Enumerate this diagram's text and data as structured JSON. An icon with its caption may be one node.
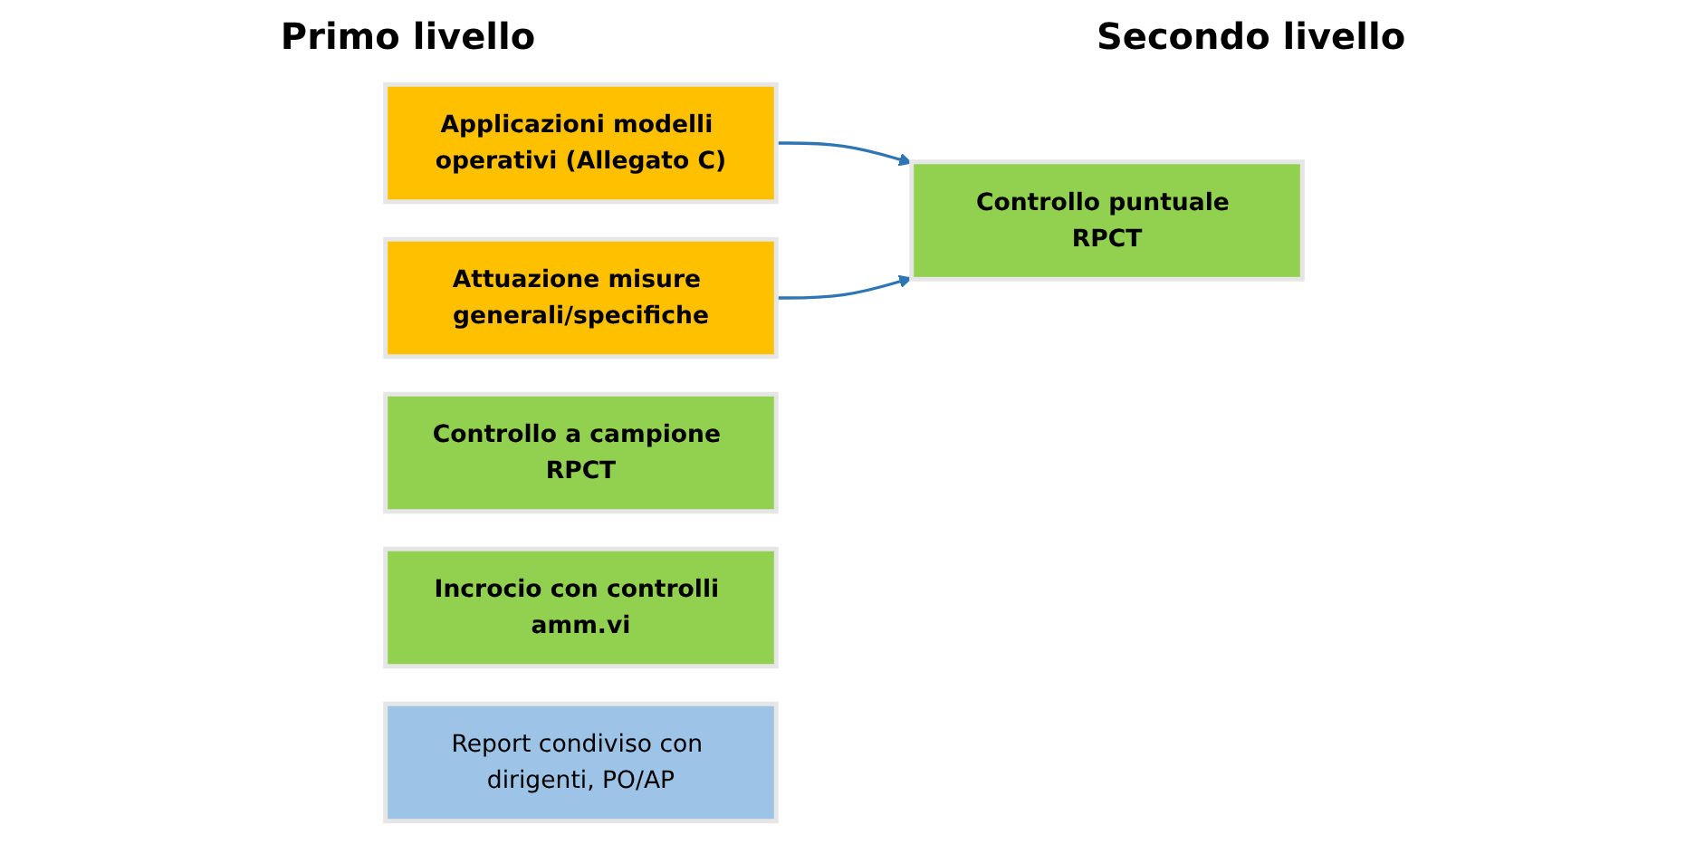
{
  "diagram": {
    "nodes": [
      {
        "text": [
          "Applicazioni modelli operativi (Allegato C)"
        ]
      },
      {
        "text": [
          "Attuazione misure generali/specifiche"
        ]
      },
      {
        "text": [
          "Controllo a campione RPCT"
        ]
      },
      {
        "text": [
          "Controllo puntuale RPCT"
        ]
      },
      {
        "text": [
          "Incrocio con controlli amm.vi"
        ]
      },
      {
        "text": [
          "Report condiviso con dirigenti, PO/AP"
        ]
      }
    ],
    "edges": [
      {
        "from": 0,
        "to": 3,
        "arrow": "to"
      },
      {
        "from": 1,
        "to": 3,
        "arrow": "to"
      }
    ],
    "labels": [
      "Primo livello",
      "Secondo livello"
    ]
  }
}
